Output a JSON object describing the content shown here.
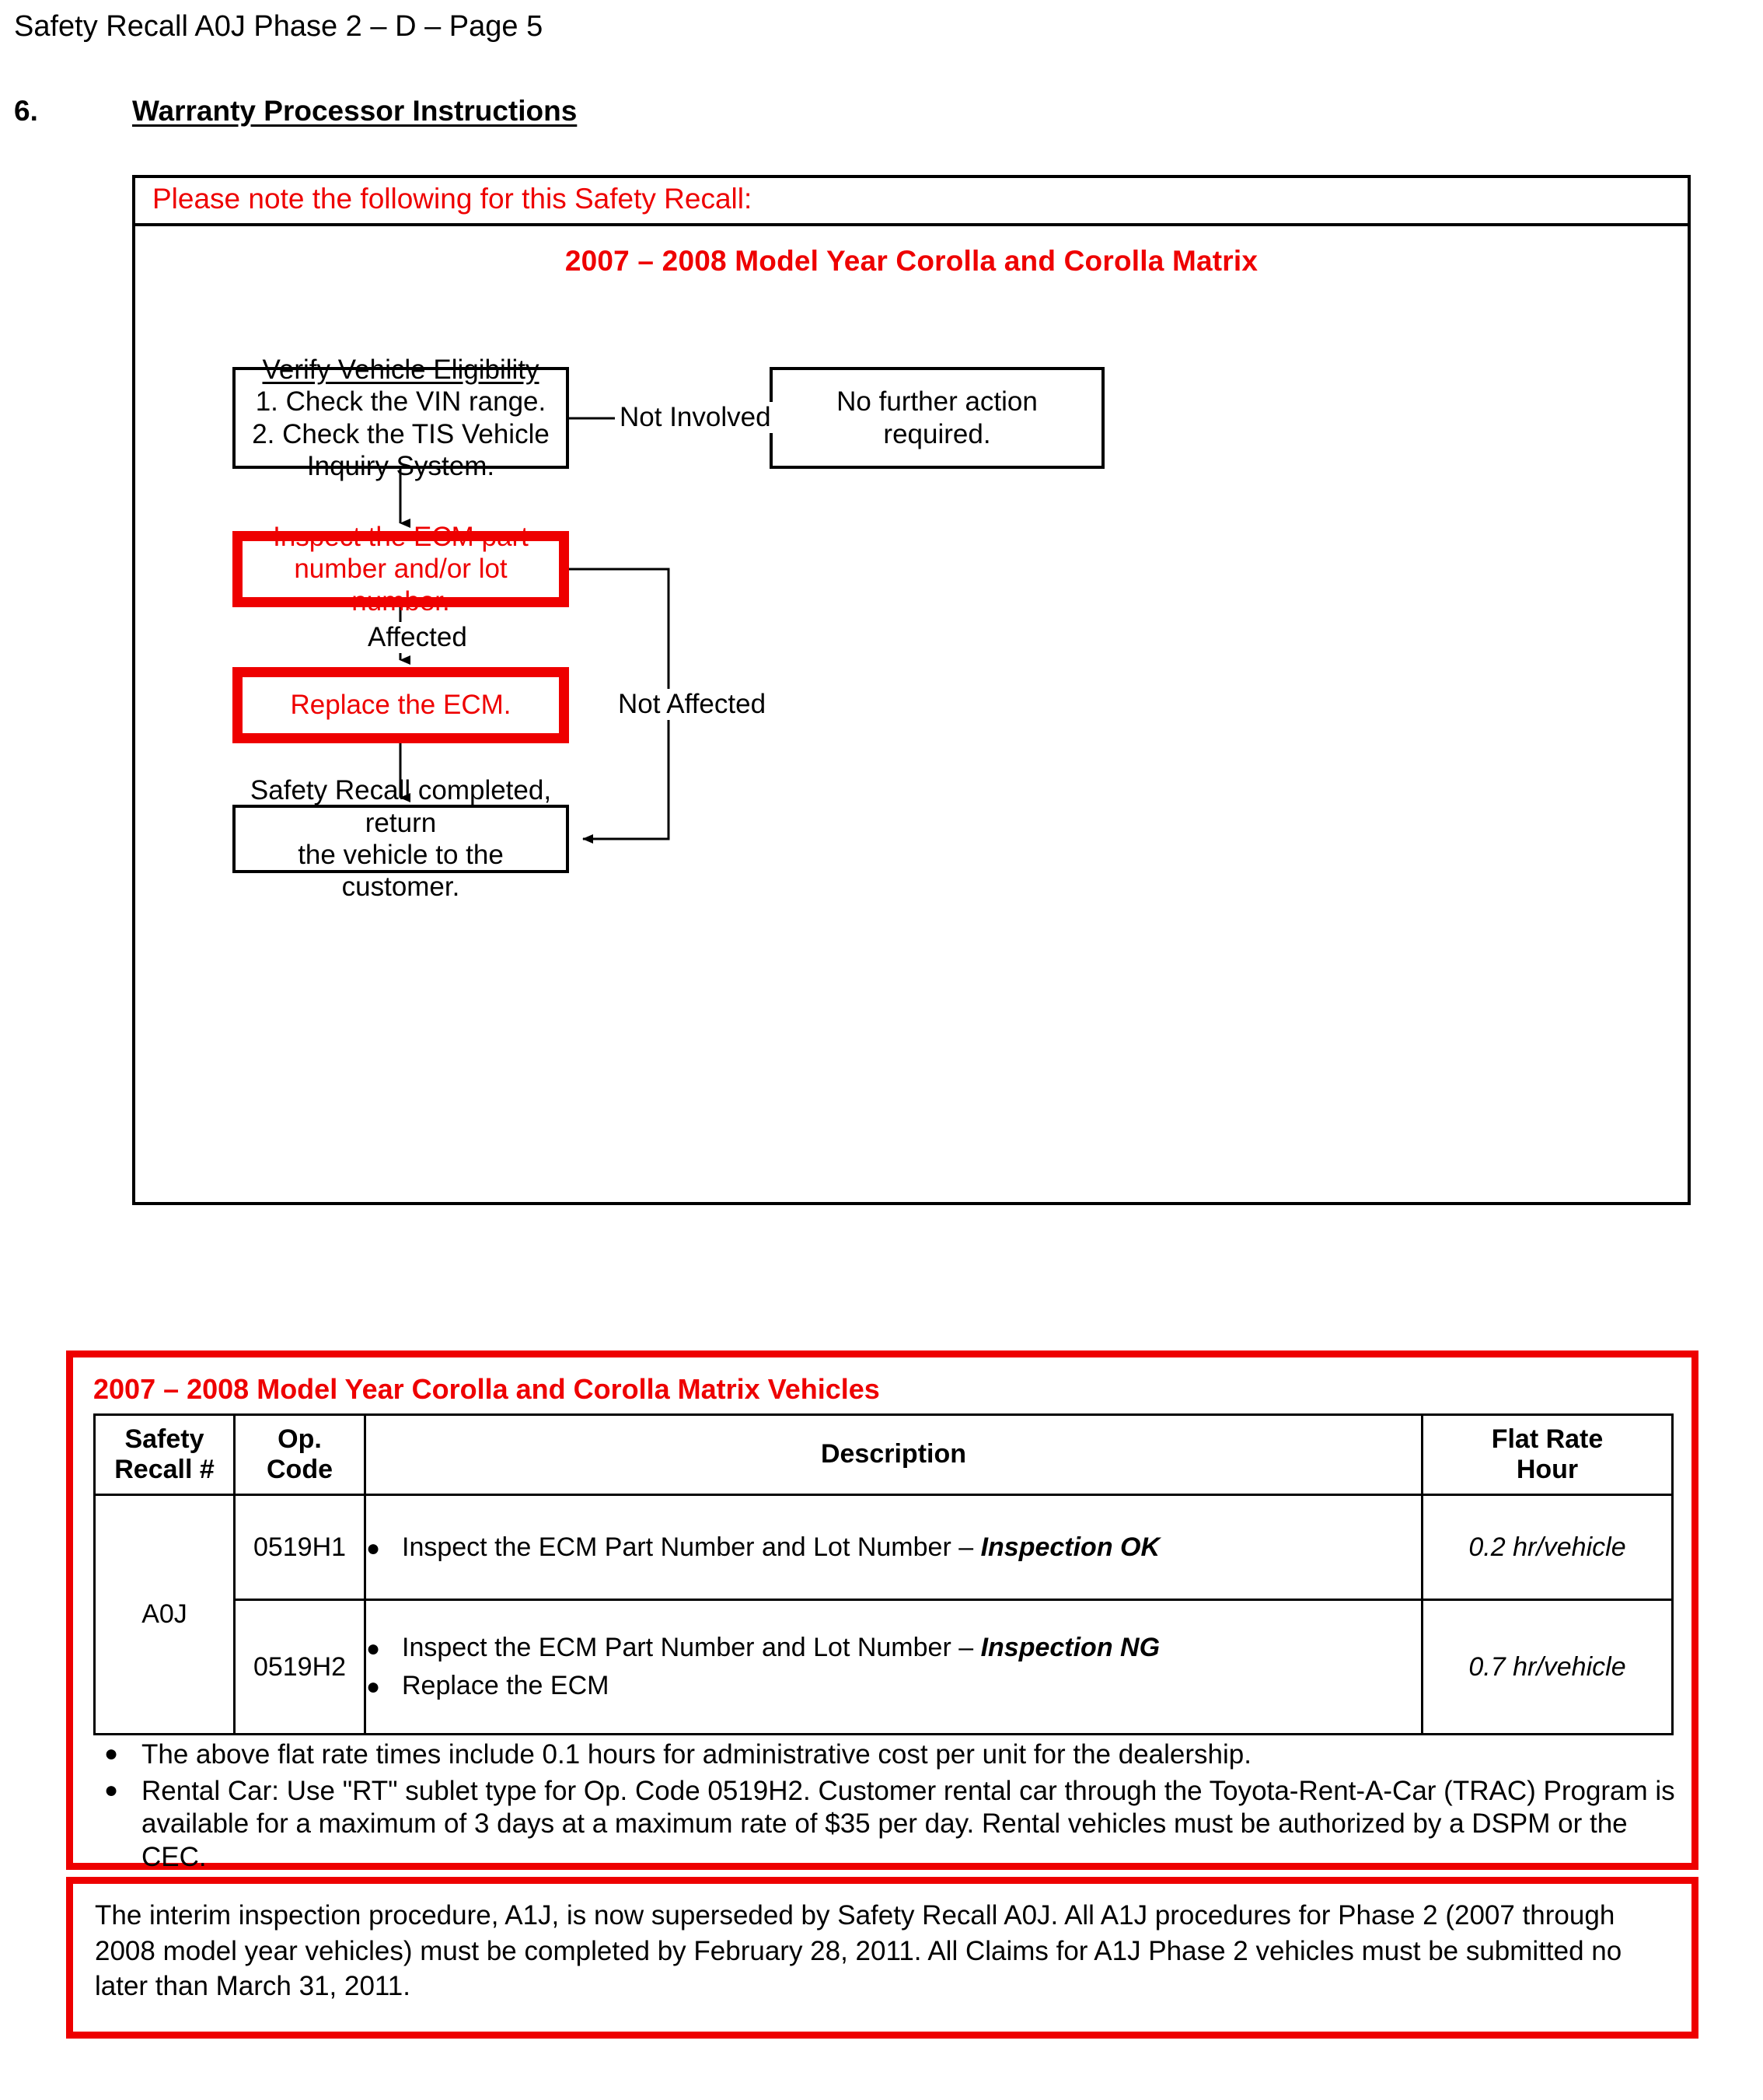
{
  "header": {
    "running_head": "Safety Recall A0J Phase 2 – D – Page 5",
    "section_number": "6.",
    "section_title": "Warranty Processor Instructions"
  },
  "flowchart": {
    "note_bar": "Please note the following for this Safety Recall:",
    "model_heading": "2007 – 2008 Model Year Corolla and Corolla Matrix",
    "boxes": {
      "verify": {
        "title": "Verify Vehicle Eligibility",
        "line1": "1. Check the VIN range.",
        "line2": "2. Check the TIS Vehicle",
        "line3": "Inquiry System."
      },
      "no_further_action": "No further action required.",
      "inspect": "Inspect the ECM part number and/or lot number.",
      "replace": "Replace the ECM.",
      "complete_line1": "Safety Recall completed, return",
      "complete_line2": "the vehicle to the customer."
    },
    "edge_labels": {
      "not_involved": "Not Involved",
      "affected": "Affected",
      "not_affected": "Not Affected"
    }
  },
  "claims": {
    "heading": "2007 – 2008 Model Year Corolla and Corolla Matrix Vehicles",
    "columns": {
      "recall_line1": "Safety",
      "recall_line2": "Recall #",
      "opcode_line1": "Op.",
      "opcode_line2": "Code",
      "description": "Description",
      "rate_line1": "Flat Rate",
      "rate_line2": "Hour"
    },
    "recall_number": "A0J",
    "rows": [
      {
        "op_code": "0519H1",
        "description_lines": [
          {
            "plain": "Inspect the ECM Part Number and Lot Number – ",
            "emph": "Inspection OK"
          }
        ],
        "flat_rate": "0.2 hr/vehicle"
      },
      {
        "op_code": "0519H2",
        "description_lines": [
          {
            "plain": "Inspect the ECM Part Number and Lot Number – ",
            "emph": "Inspection NG"
          },
          {
            "plain": "Replace the ECM",
            "emph": ""
          }
        ],
        "flat_rate": "0.7 hr/vehicle"
      }
    ],
    "notes": [
      "The above flat rate times include 0.1 hours for administrative cost per unit for the dealership.",
      "Rental Car:  Use \"RT\" sublet type for Op. Code 0519H2.  Customer rental car through the Toyota-Rent-A-Car (TRAC) Program is available for a maximum of 3 days at a maximum rate of $35 per day.  Rental vehicles must be authorized by a DSPM or the CEC."
    ],
    "bullet_glyph": "●"
  },
  "interim_note": {
    "text": "The interim inspection procedure, A1J, is now superseded by Safety Recall A0J.  All A1J procedures for Phase 2 (2007 through 2008 model year vehicles) must be completed by February 28, 2011.  All Claims for A1J Phase 2 vehicles must be submitted no later than March 31, 2011."
  },
  "colors": {
    "accent_red": "#ee0000",
    "text_black": "#000000",
    "page_background": "#ffffff"
  }
}
